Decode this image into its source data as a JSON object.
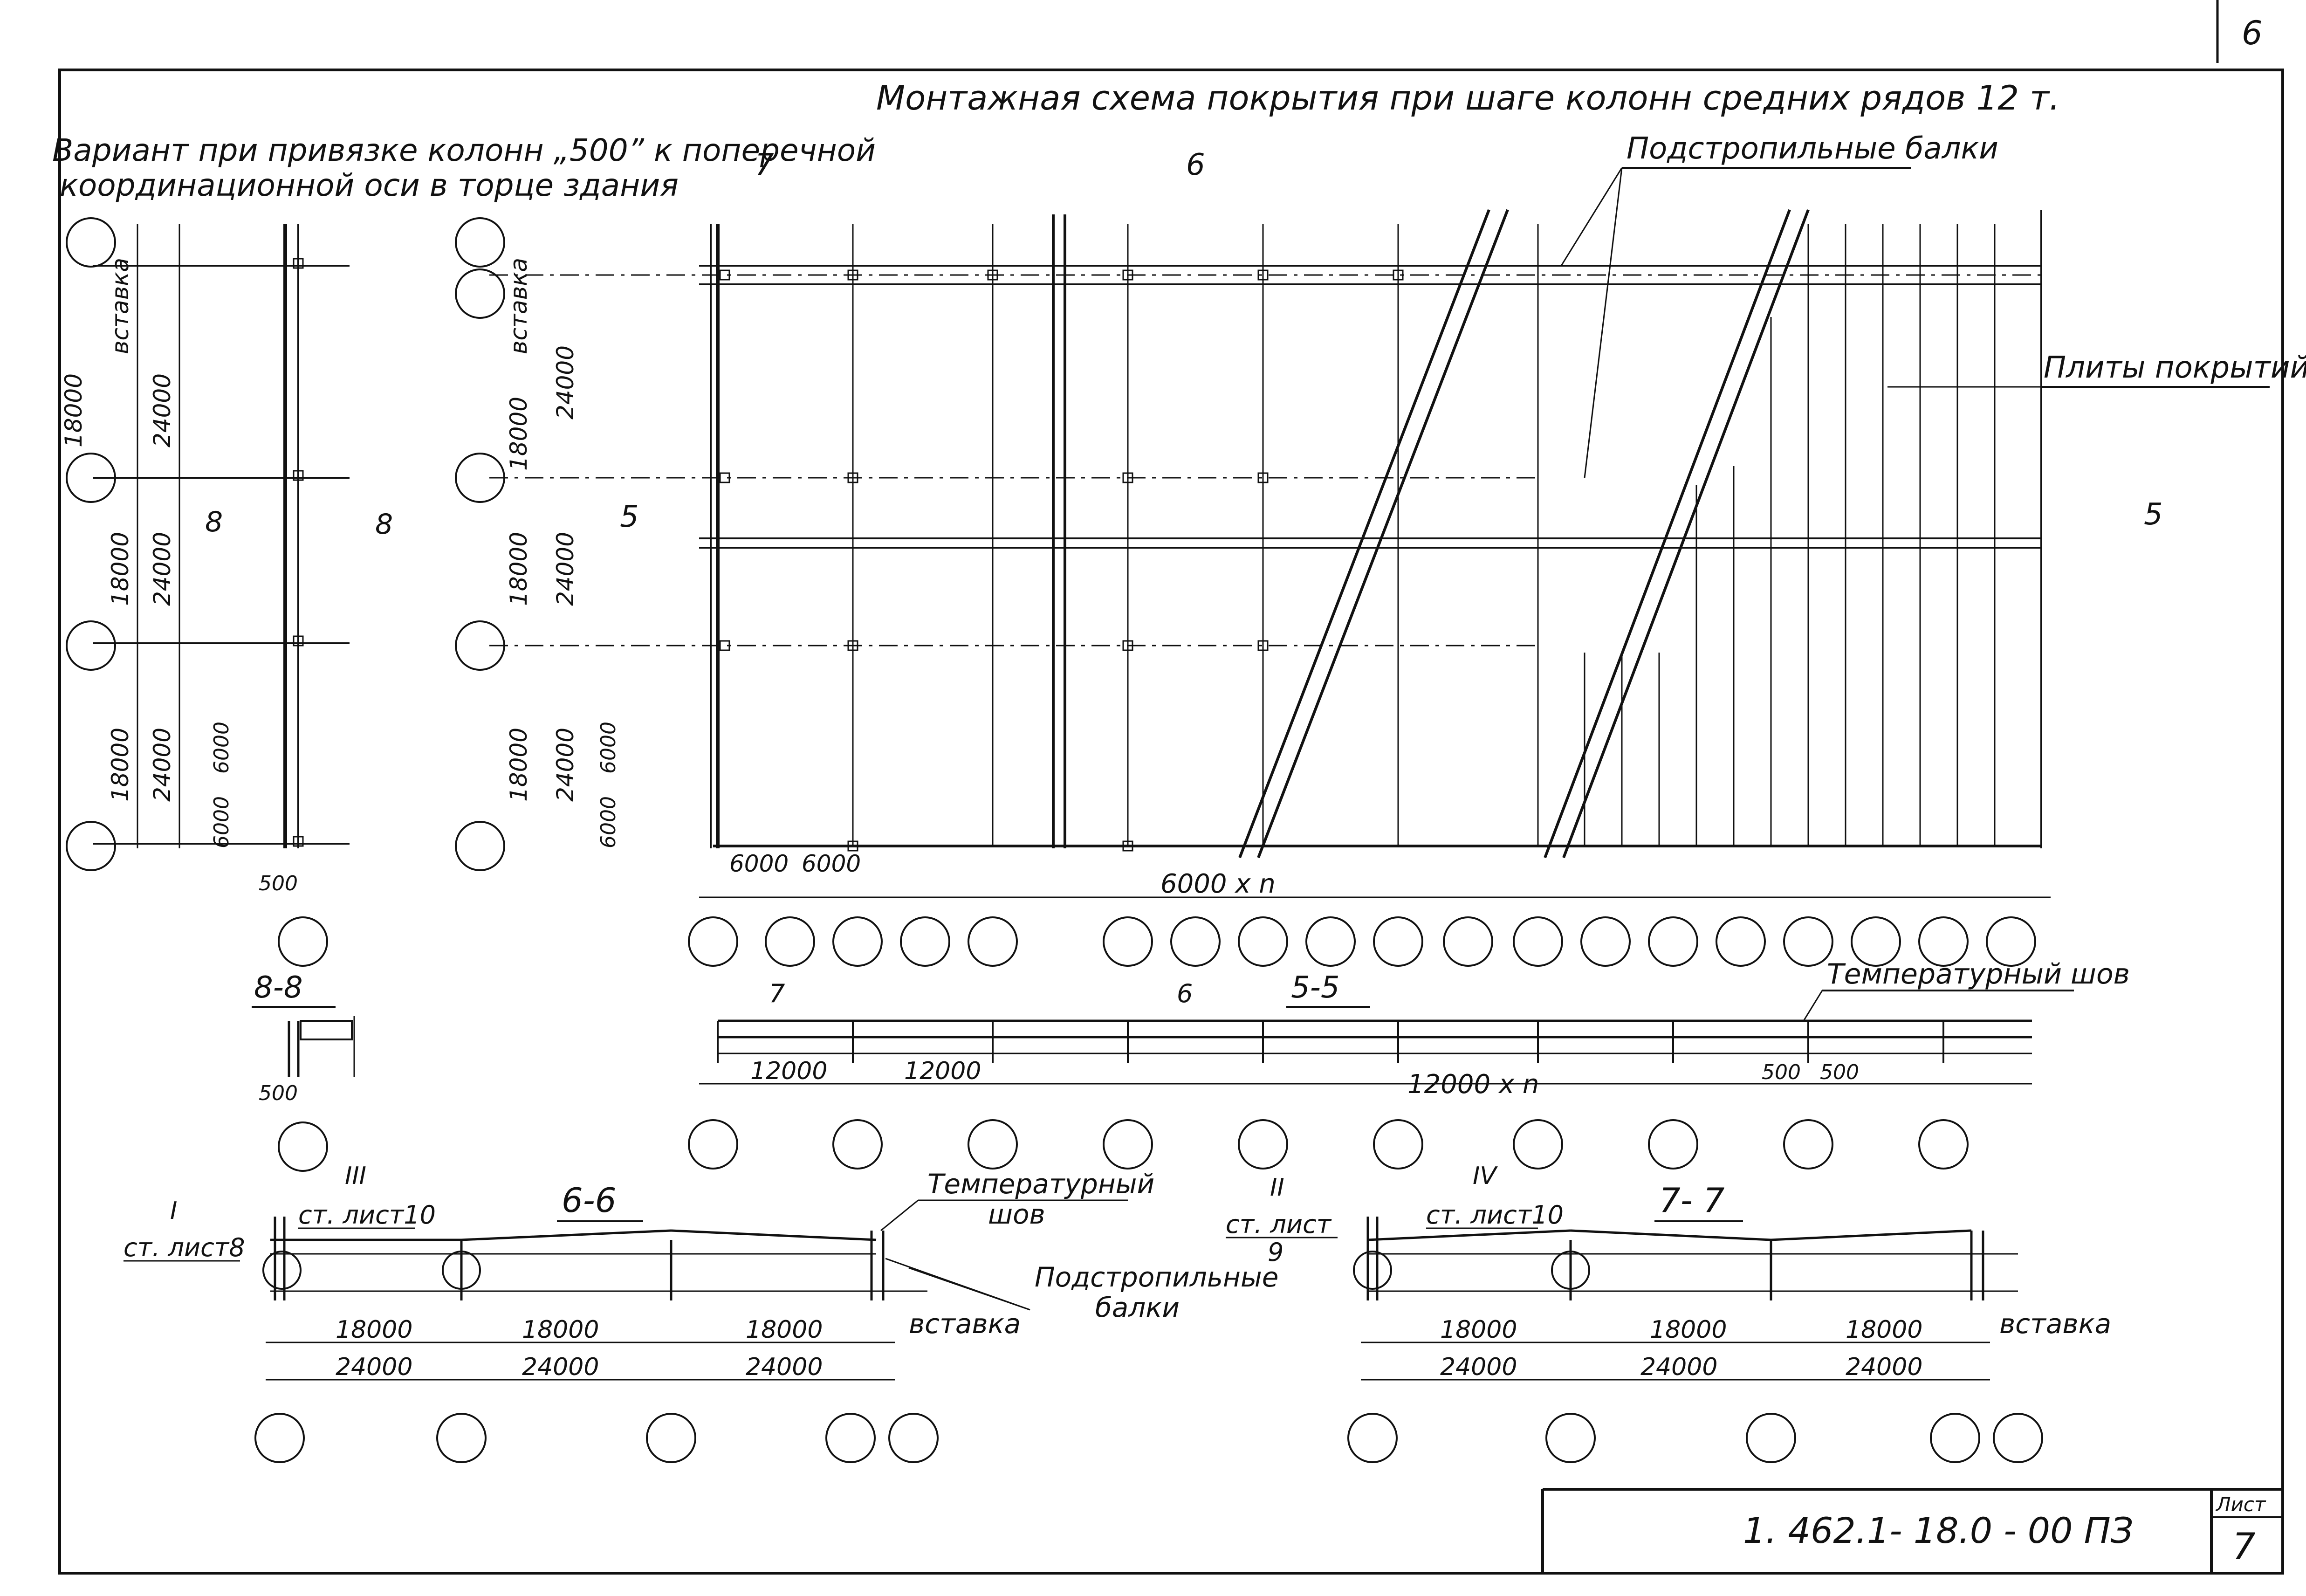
{
  "corner_number": "6",
  "title": "Монтажная схема покрытия при шаге колонн средних рядов 12 т.",
  "variant_note": [
    "Вариант при привязке колонн „500” к поперечной",
    "координационной оси в торце здания"
  ],
  "labels": {
    "beams": "Подстропильные балки",
    "slabs": "Плиты покрытий",
    "expansion_joint": "Температурный шов",
    "expansion_joint_2": [
      "Температурный",
      "шов"
    ],
    "beams_2": [
      "Подстропильные",
      "балки"
    ],
    "insert": "вставка"
  },
  "section_marks": {
    "s5": "5",
    "s6": "6",
    "s7": "7",
    "s8": "8",
    "sec_5_5": "5-5",
    "sec_6_6": "6-6",
    "sec_7_7": "7- 7",
    "sec_8_8": "8-8"
  },
  "dims": {
    "d500": "500",
    "d6000": "6000",
    "d12000": "12000",
    "d18000": "18000",
    "d24000": "24000",
    "d6000n": "6000 x n",
    "d12000n": "12000 x n",
    "vstavka": "вставка"
  },
  "steel_sheets": {
    "I": "I",
    "II": "II",
    "III": "III",
    "IV": "IV",
    "st_list8": "ст. лист8",
    "st_list9": "ст. лист",
    "st_list9b": "9",
    "st_list10": "ст. лист10"
  },
  "title_block": {
    "code": "1. 462.1- 18.0 - 00 ПЗ",
    "sheet_label": "Лист",
    "sheet_number": "7"
  }
}
